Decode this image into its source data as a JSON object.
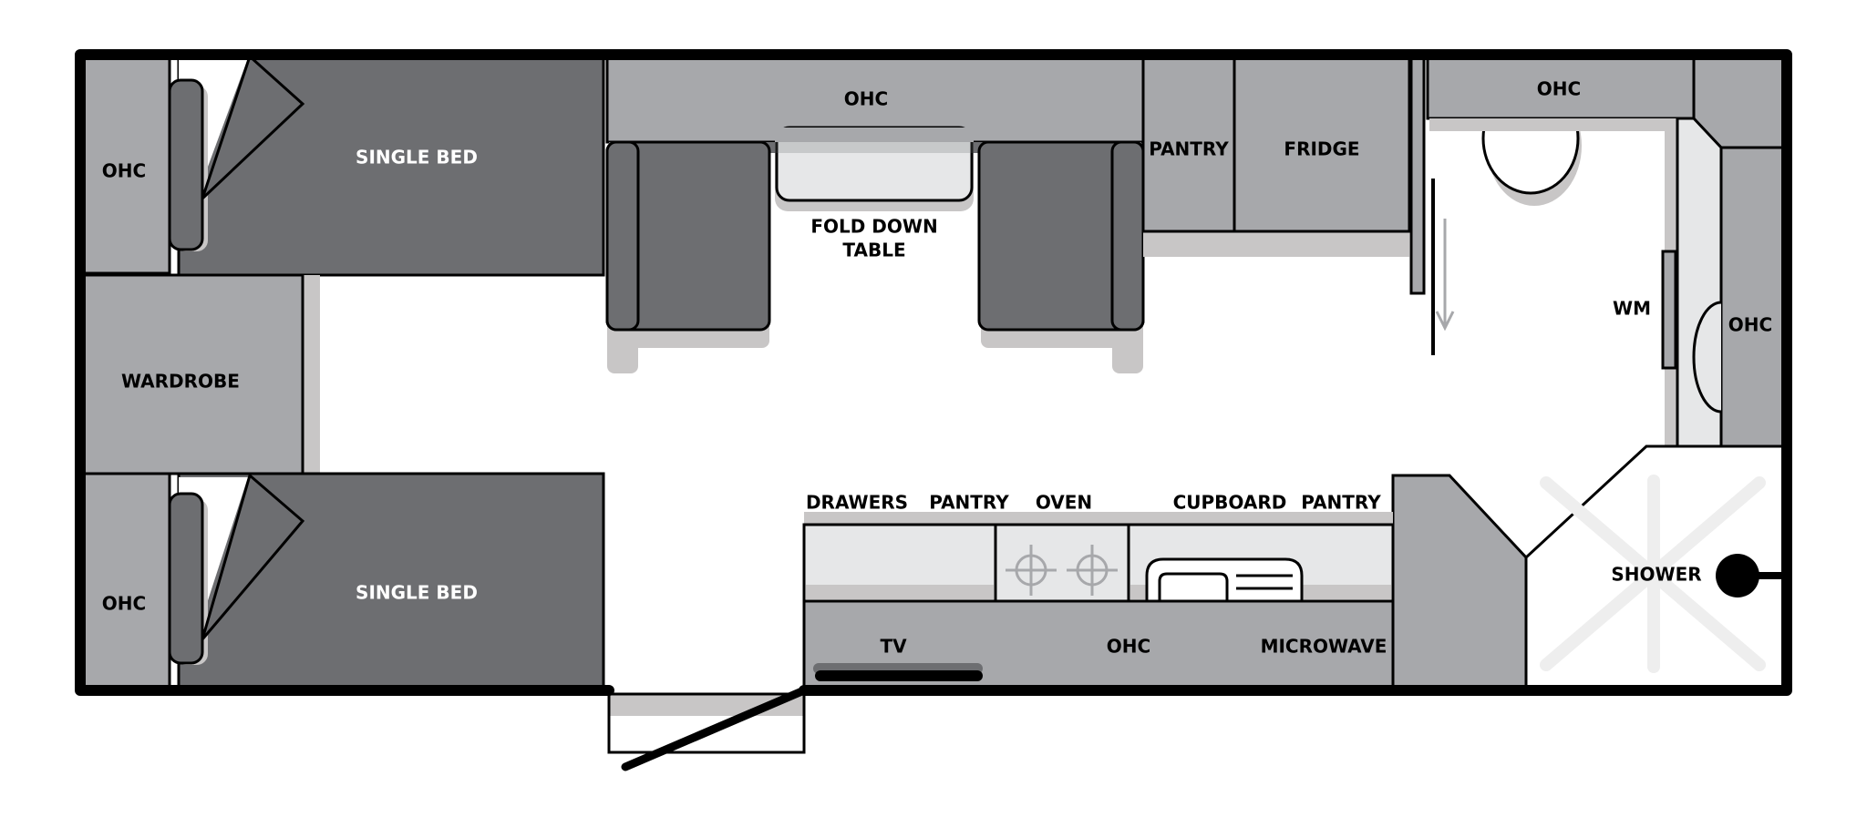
{
  "labels": {
    "ohc_top_left": "OHC",
    "ohc_bottom_left": "OHC",
    "single_bed_top": "SINGLE BED",
    "single_bed_bottom": "SINGLE BED",
    "wardrobe": "WARDROBE",
    "ohc_top_center": "OHC",
    "fold_down_table_line1": "FOLD DOWN",
    "fold_down_table_line2": "TABLE",
    "pantry_top": "PANTRY",
    "fridge": "FRIDGE",
    "ohc_bathroom_top": "OHC",
    "wm": "WM",
    "ohc_right": "OHC",
    "drawers": "DRAWERS",
    "pantry_kitchen": "PANTRY",
    "oven": "OVEN",
    "cupboard": "CUPBOARD",
    "pantry_right": "PANTRY",
    "tv": "TV",
    "ohc_kitchen": "OHC",
    "microwave": "MICROWAVE",
    "shower": "SHOWER"
  },
  "colors": {
    "wall": "#000000",
    "cabinet": "#a7a8ab",
    "bed": "#6d6e71",
    "shadow": "#c8c6c6",
    "bench": "#e6e7e8",
    "floor": "#ffffff",
    "burner": "#a7a8ab"
  }
}
